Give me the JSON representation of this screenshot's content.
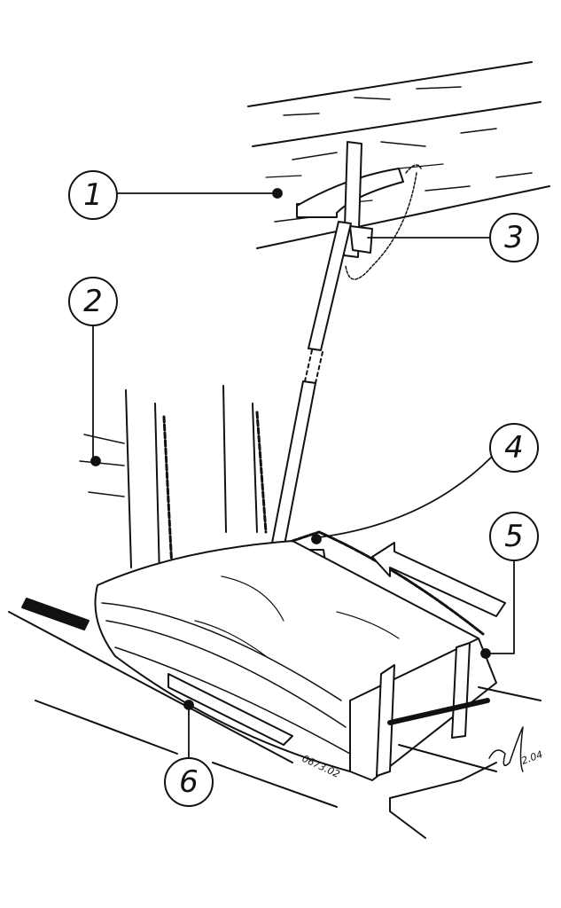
{
  "callouts": [
    {
      "label": "1"
    },
    {
      "label": "2"
    },
    {
      "label": "3"
    },
    {
      "label": "4"
    },
    {
      "label": "5"
    },
    {
      "label": "6"
    }
  ],
  "annotations": {
    "catalog_number": "0673.02",
    "signature_date": "2.04"
  },
  "colors": {
    "ink": "#111111",
    "paper": "#ffffff"
  }
}
